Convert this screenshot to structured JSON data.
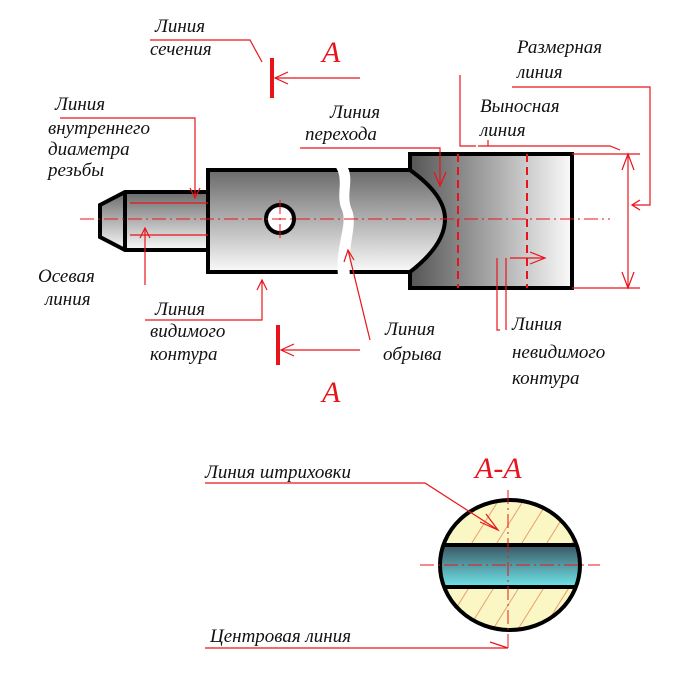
{
  "labels": {
    "section_line": [
      "Линия",
      "сечения"
    ],
    "dimension_line": [
      "Размерная",
      "линия"
    ],
    "thread_inner": [
      "Линия",
      "внутреннего",
      "диаметра",
      "резьбы"
    ],
    "transition_line": [
      "Линия",
      "перехода"
    ],
    "extension_line": [
      "Выносная",
      "линия"
    ],
    "axis_line": [
      "Осевая",
      "линия"
    ],
    "visible_contour": [
      "Линия",
      "видимого",
      "контура"
    ],
    "break_line": [
      "Линия",
      "обрыва"
    ],
    "hidden_contour": [
      "Линия",
      "невидимого",
      "контура"
    ],
    "hatch_line": "Линия штриховки",
    "center_line": "Центровая линия"
  },
  "section_marks": {
    "top": "A",
    "bottom": "A",
    "section_title": "A-A"
  },
  "colors": {
    "annotation": "#e8141c",
    "hatch_fill": "#fbf7c4",
    "hole_fill": "#4fd3d8"
  }
}
